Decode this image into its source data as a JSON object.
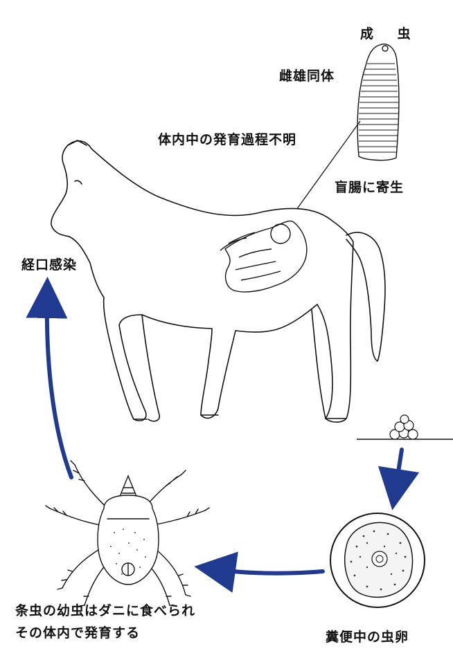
{
  "labels": {
    "adult": "成 虫",
    "hermaphrodite": "雌雄同体",
    "development_unknown": "体内中の発育過程不明",
    "cecum": "盲腸に寄生",
    "oral_infection": "経口感染",
    "larva_line1": "条虫の幼虫はダニに食べられ",
    "larva_line2": "その体内で発育する",
    "egg_in_feces": "糞便中の虫卵"
  },
  "colors": {
    "arrow": "#1f3a8f",
    "line": "#111111"
  },
  "icons": {
    "horse": "horse-outline-icon",
    "tapeworm": "tapeworm-icon",
    "mite": "mite-icon",
    "egg": "egg-icon"
  }
}
